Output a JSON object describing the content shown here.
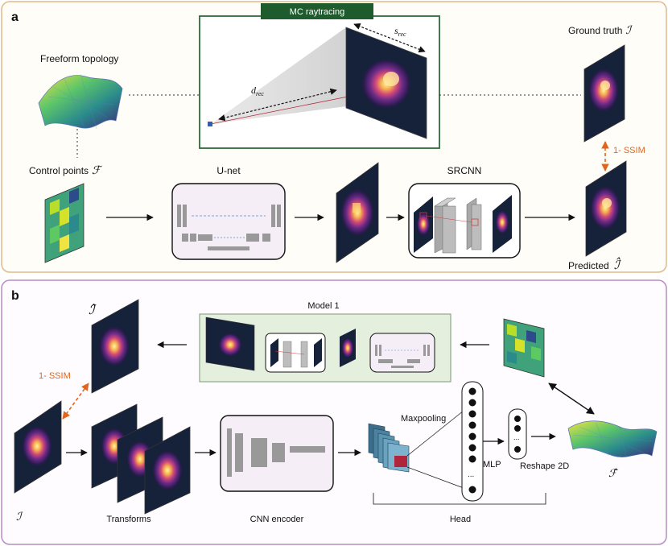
{
  "panel_a": {
    "letter": "a",
    "mc_title": "MC raytracing",
    "s_rec_base": "s",
    "s_rec_sub": "rec",
    "d_rec_base": "d",
    "d_rec_sub": "rec",
    "freeform_label": "Freeform topology",
    "control_points_label": "Control points",
    "control_points_symbol": "ℱ",
    "ground_truth_label": "Ground truth",
    "ground_truth_symbol": "ℐ",
    "ssim_label": "1- SSIM",
    "unet_label": "U-net",
    "srcnn_label": "SRCNN",
    "predicted_label": "Predicted",
    "predicted_symbol": "ℐ̂"
  },
  "panel_b": {
    "letter": "b",
    "model1_label": "Model 1",
    "ihat_symbol": "ℐ̂",
    "ssim_label": "1- SSIM",
    "i_symbol": "ℐ",
    "transforms_label": "Transforms",
    "cnn_encoder_label": "CNN encoder",
    "maxpooling_label": "Maxpooling",
    "mlp_label": "MLP",
    "reshape_label": "Reshape 2D",
    "head_label": "Head",
    "fhat_symbol": "ℱ̂",
    "ellipsis_tall": "...",
    "ellipsis_small": "..."
  },
  "colors": {
    "panel_a_border": "#e2b98a",
    "panel_a_bg": "#fffdf8",
    "panel_b_border": "#b98cc4",
    "panel_b_bg": "#fffcff",
    "mc_header": "#1e5c2e",
    "mc_border": "#2c6b3a",
    "model1_bg": "#e5efde",
    "model1_border": "#8ca98a",
    "module_bg": "#f5eef7",
    "ssim_orange": "#e0651e"
  }
}
